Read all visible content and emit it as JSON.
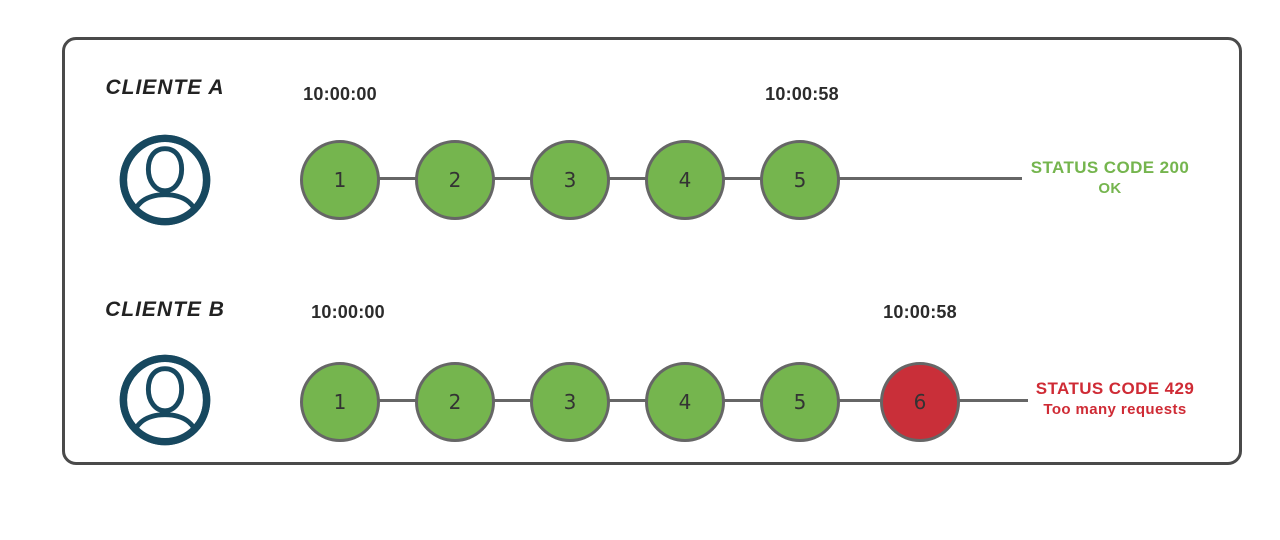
{
  "colors": {
    "ok_fill": "#75b54e",
    "error_fill": "#c92f39",
    "node_stroke": "#666666",
    "line": "#666666",
    "frame_border": "#4a4a4a",
    "person_icon": "#17485f",
    "timestamp_text": "#2b2b2b",
    "label_text": "#222222",
    "ok_text": "#75b54e",
    "error_text": "#cf2b35",
    "node_text": "#333333"
  },
  "clients": [
    {
      "name": "CLIENTE A",
      "window_start": "10:00:00",
      "window_end": "10:00:58",
      "requests": [
        "1",
        "2",
        "3",
        "4",
        "5"
      ],
      "status_code_line": "STATUS CODE 200",
      "status_message_line": "OK"
    },
    {
      "name": "CLIENTE B",
      "window_start": "10:00:00",
      "window_end": "10:00:58",
      "requests": [
        "1",
        "2",
        "3",
        "4",
        "5",
        "6"
      ],
      "status_code_line": "STATUS CODE 429",
      "status_message_line": "Too many requests"
    }
  ]
}
